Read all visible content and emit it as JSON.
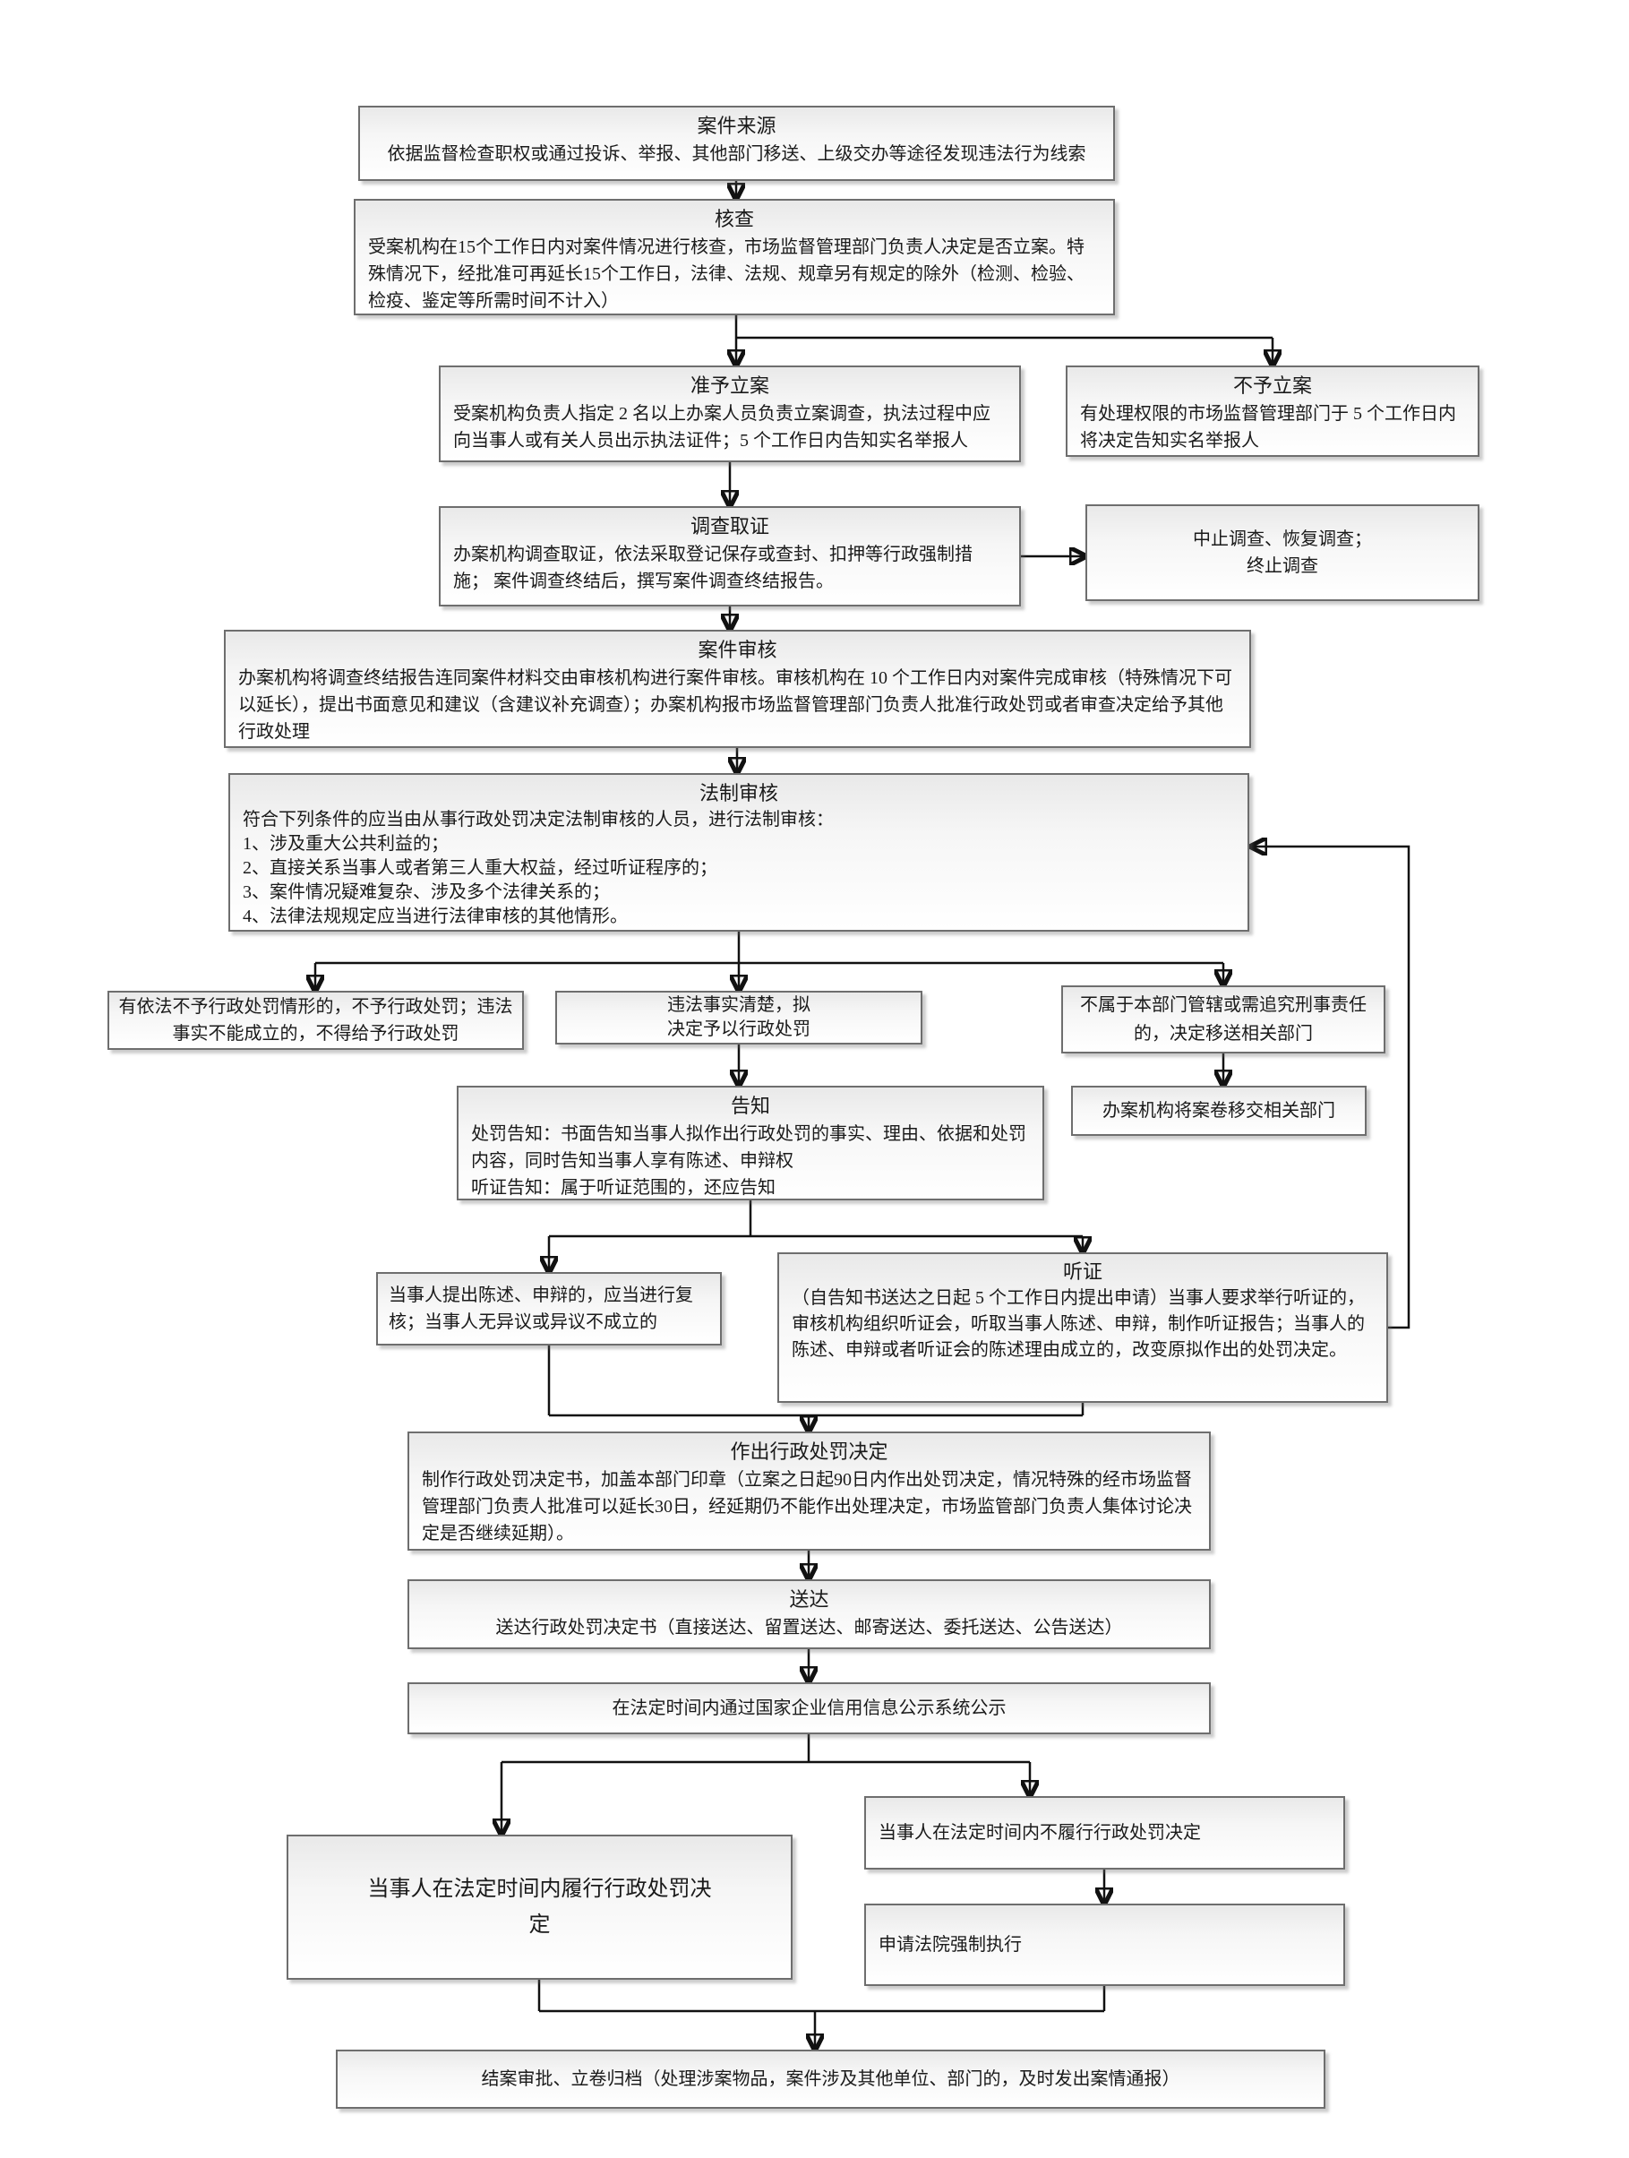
{
  "colors": {
    "background": "#ffffff",
    "box_border": "#6e6e6e",
    "box_fill_top": "#e9e9e9",
    "box_fill_bottom": "#ffffff",
    "connector_line": "#111111",
    "text": "#1a1a1a"
  },
  "nodes": {
    "source": {
      "title": "案件来源",
      "body": "依据监督检查职权或通过投诉、举报、其他部门移送、上级交办等途径发现违法行为线索"
    },
    "check": {
      "title": "核查",
      "body": "受案机构在15个工作日内对案件情况进行核查，市场监督管理部门负责人决定是否立案。特殊情况下，经批准可再延长15个工作日，法律、法规、规章另有规定的除外（检测、检验、检疫、鉴定等所需时间不计入）"
    },
    "approve": {
      "title": "准予立案",
      "body": "受案机构负责人指定 2 名以上办案人员负责立案调查，执法过程中应向当事人或有关人员出示执法证件；5 个工作日内告知实名举报人"
    },
    "reject": {
      "title": "不予立案",
      "body": "有处理权限的市场监督管理部门于 5 个工作日内将决定告知实名举报人"
    },
    "investigate": {
      "title": "调查取证",
      "body": "办案机构调查取证，依法采取登记保存或查封、扣押等行政强制措施； 案件调查终结后，撰写案件调查终结报告。"
    },
    "suspend": {
      "line1": "中止调查、恢复调查；",
      "line2": "终止调查"
    },
    "case_review": {
      "title": "案件审核",
      "body": "办案机构将调查终结报告连同案件材料交由审核机构进行案件审核。审核机构在 10 个工作日内对案件完成审核（特殊情况下可以延长），提出书面意见和建议（含建议补充调查）；办案机构报市场监督管理部门负责人批准行政处罚或者审查决定给予其他行政处理"
    },
    "legal_review": {
      "title": "法制审核",
      "intro": "符合下列条件的应当由从事行政处罚决定法制审核的人员，进行法制审核：",
      "item1": "1、涉及重大公共利益的；",
      "item2": "2、直接关系当事人或者第三人重大权益，经过听证程序的；",
      "item3": "3、案件情况疑难复杂、涉及多个法律关系的；",
      "item4": "4、法律法规规定应当进行法律审核的其他情形。"
    },
    "no_penalty": {
      "body": "有依法不予行政处罚情形的，不予行政处罚；违法事实不能成立的，不得给予行政处罚"
    },
    "will_penalty": {
      "line1": "违法事实清楚，拟",
      "line2": "决定予以行政处罚"
    },
    "transfer": {
      "body": "不属于本部门管辖或需追究刑事责任的，决定移送相关部门"
    },
    "transfer_file": {
      "body": "办案机构将案卷移交相关部门"
    },
    "notify": {
      "title": "告知",
      "line1": "处罚告知：书面告知当事人拟作出行政处罚的事实、理由、依据和处罚内容，同时告知当事人享有陈述、申辩权",
      "line2": "听证告知：属于听证范围的，还应告知"
    },
    "statement_review": {
      "body": "当事人提出陈述、申辩的，应当进行复核；当事人无异议或异议不成立的"
    },
    "hearing": {
      "title": "听证",
      "body": "（自告知书送达之日起 5 个工作日内提出申请）当事人要求举行听证的，审核机构组织听证会，听取当事人陈述、申辩，制作听证报告；当事人的陈述、申辩或者听证会的陈述理由成立的，改变原拟作出的处罚决定。"
    },
    "decision": {
      "title": "作出行政处罚决定",
      "body": "制作行政处罚决定书，加盖本部门印章（立案之日起90日内作出处罚决定，情况特殊的经市场监督管理部门负责人批准可以延长30日，经延期仍不能作出处理决定，市场监管部门负责人集体讨论决定是否继续延期）。"
    },
    "delivery": {
      "title": "送达",
      "body": "送达行政处罚决定书（直接送达、留置送达、邮寄送达、委托送达、公告送达）"
    },
    "publicity": {
      "body": "在法定时间内通过国家企业信用信息公示系统公示"
    },
    "comply": {
      "body": "当事人在法定时间内履行行政处罚决定"
    },
    "not_comply": {
      "body": "当事人在法定时间内不履行行政处罚决定"
    },
    "enforce": {
      "body": "申请法院强制执行"
    },
    "close": {
      "body": "结案审批、立卷归档（处理涉案物品，案件涉及其他单位、部门的，及时发出案情通报）"
    }
  }
}
